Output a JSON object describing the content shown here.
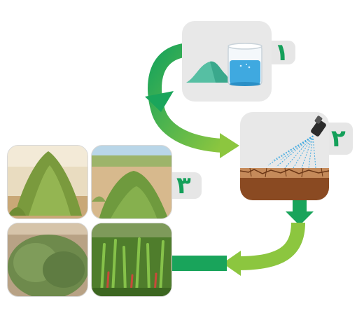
{
  "steps": [
    {
      "number": "١"
    },
    {
      "number": "٢"
    },
    {
      "number": "٣"
    }
  ],
  "colors": {
    "arrow_dark": "#19a45b",
    "arrow_light": "#8cc63f",
    "number_green": "#14a05a",
    "card_bg": "#e8e8e8",
    "water": "#3fa9e0",
    "powder": "#5fc4a8",
    "soil": "#8a4a22"
  },
  "icons": [
    "powder-pile-icon",
    "beaker-water-icon",
    "spray-nozzle-icon",
    "cracked-soil-icon"
  ],
  "photos": [
    "desert-shrub-photo",
    "sandy-field-plants-photo",
    "dense-shrub-photo",
    "succulent-plants-photo"
  ]
}
